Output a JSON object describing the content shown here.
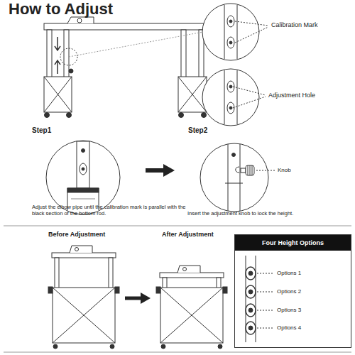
{
  "diagram": {
    "title": "How to Adjust",
    "nodes": [
      {
        "text": [
          "Four Height Options"
        ]
      }
    ],
    "labels": [
      "Calibration Mark",
      "Adjustment Hole",
      "Step1",
      "Step2",
      "Adjust the elbow pipe until the calibration mark is parallel with the black section of the bottom rod.",
      "Knob",
      "Insert the adjustment knob to lock the height.",
      "Before Adjustment",
      "After Adjustment",
      "Options 1",
      "Options 2",
      "Options 3",
      "Options 4"
    ]
  }
}
